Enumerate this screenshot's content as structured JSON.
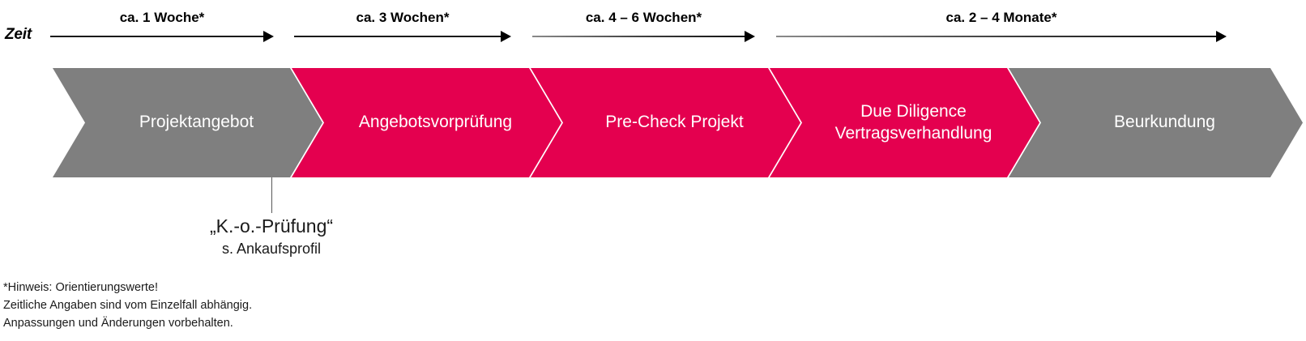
{
  "axis": {
    "label": "Zeit",
    "arrows": [
      {
        "caption": "ca. 1 Woche*"
      },
      {
        "caption": "ca. 3 Wochen*"
      },
      {
        "caption": "ca. 4 – 6 Wochen*"
      },
      {
        "caption": "ca. 2 – 4 Monate*"
      }
    ]
  },
  "phases": [
    {
      "label": "Projektangebot",
      "color": "#7F7F7F"
    },
    {
      "label": "Angebotsvorprüfung",
      "color": "#E4004F"
    },
    {
      "label": "Pre-Check Projekt",
      "color": "#E4004F"
    },
    {
      "label": "Due Diligence\nVertragsverhandlung",
      "color": "#E4004F"
    },
    {
      "label": "Beurkundung",
      "color": "#7F7F7F"
    }
  ],
  "callout": {
    "title": "„K.-o.-Prüfung“",
    "subtitle": "s. Ankaufsprofil"
  },
  "footnote": {
    "text": "*Hinweis: Orientierungswerte!\nZeitliche Angaben sind vom Einzelfall abhängig.\nAnpassungen und Änderungen vorbehalten."
  },
  "colors": {
    "gray": "#7F7F7F",
    "red": "#E4004F",
    "text_dark": "#1a1a1a",
    "leader": "#595959"
  }
}
